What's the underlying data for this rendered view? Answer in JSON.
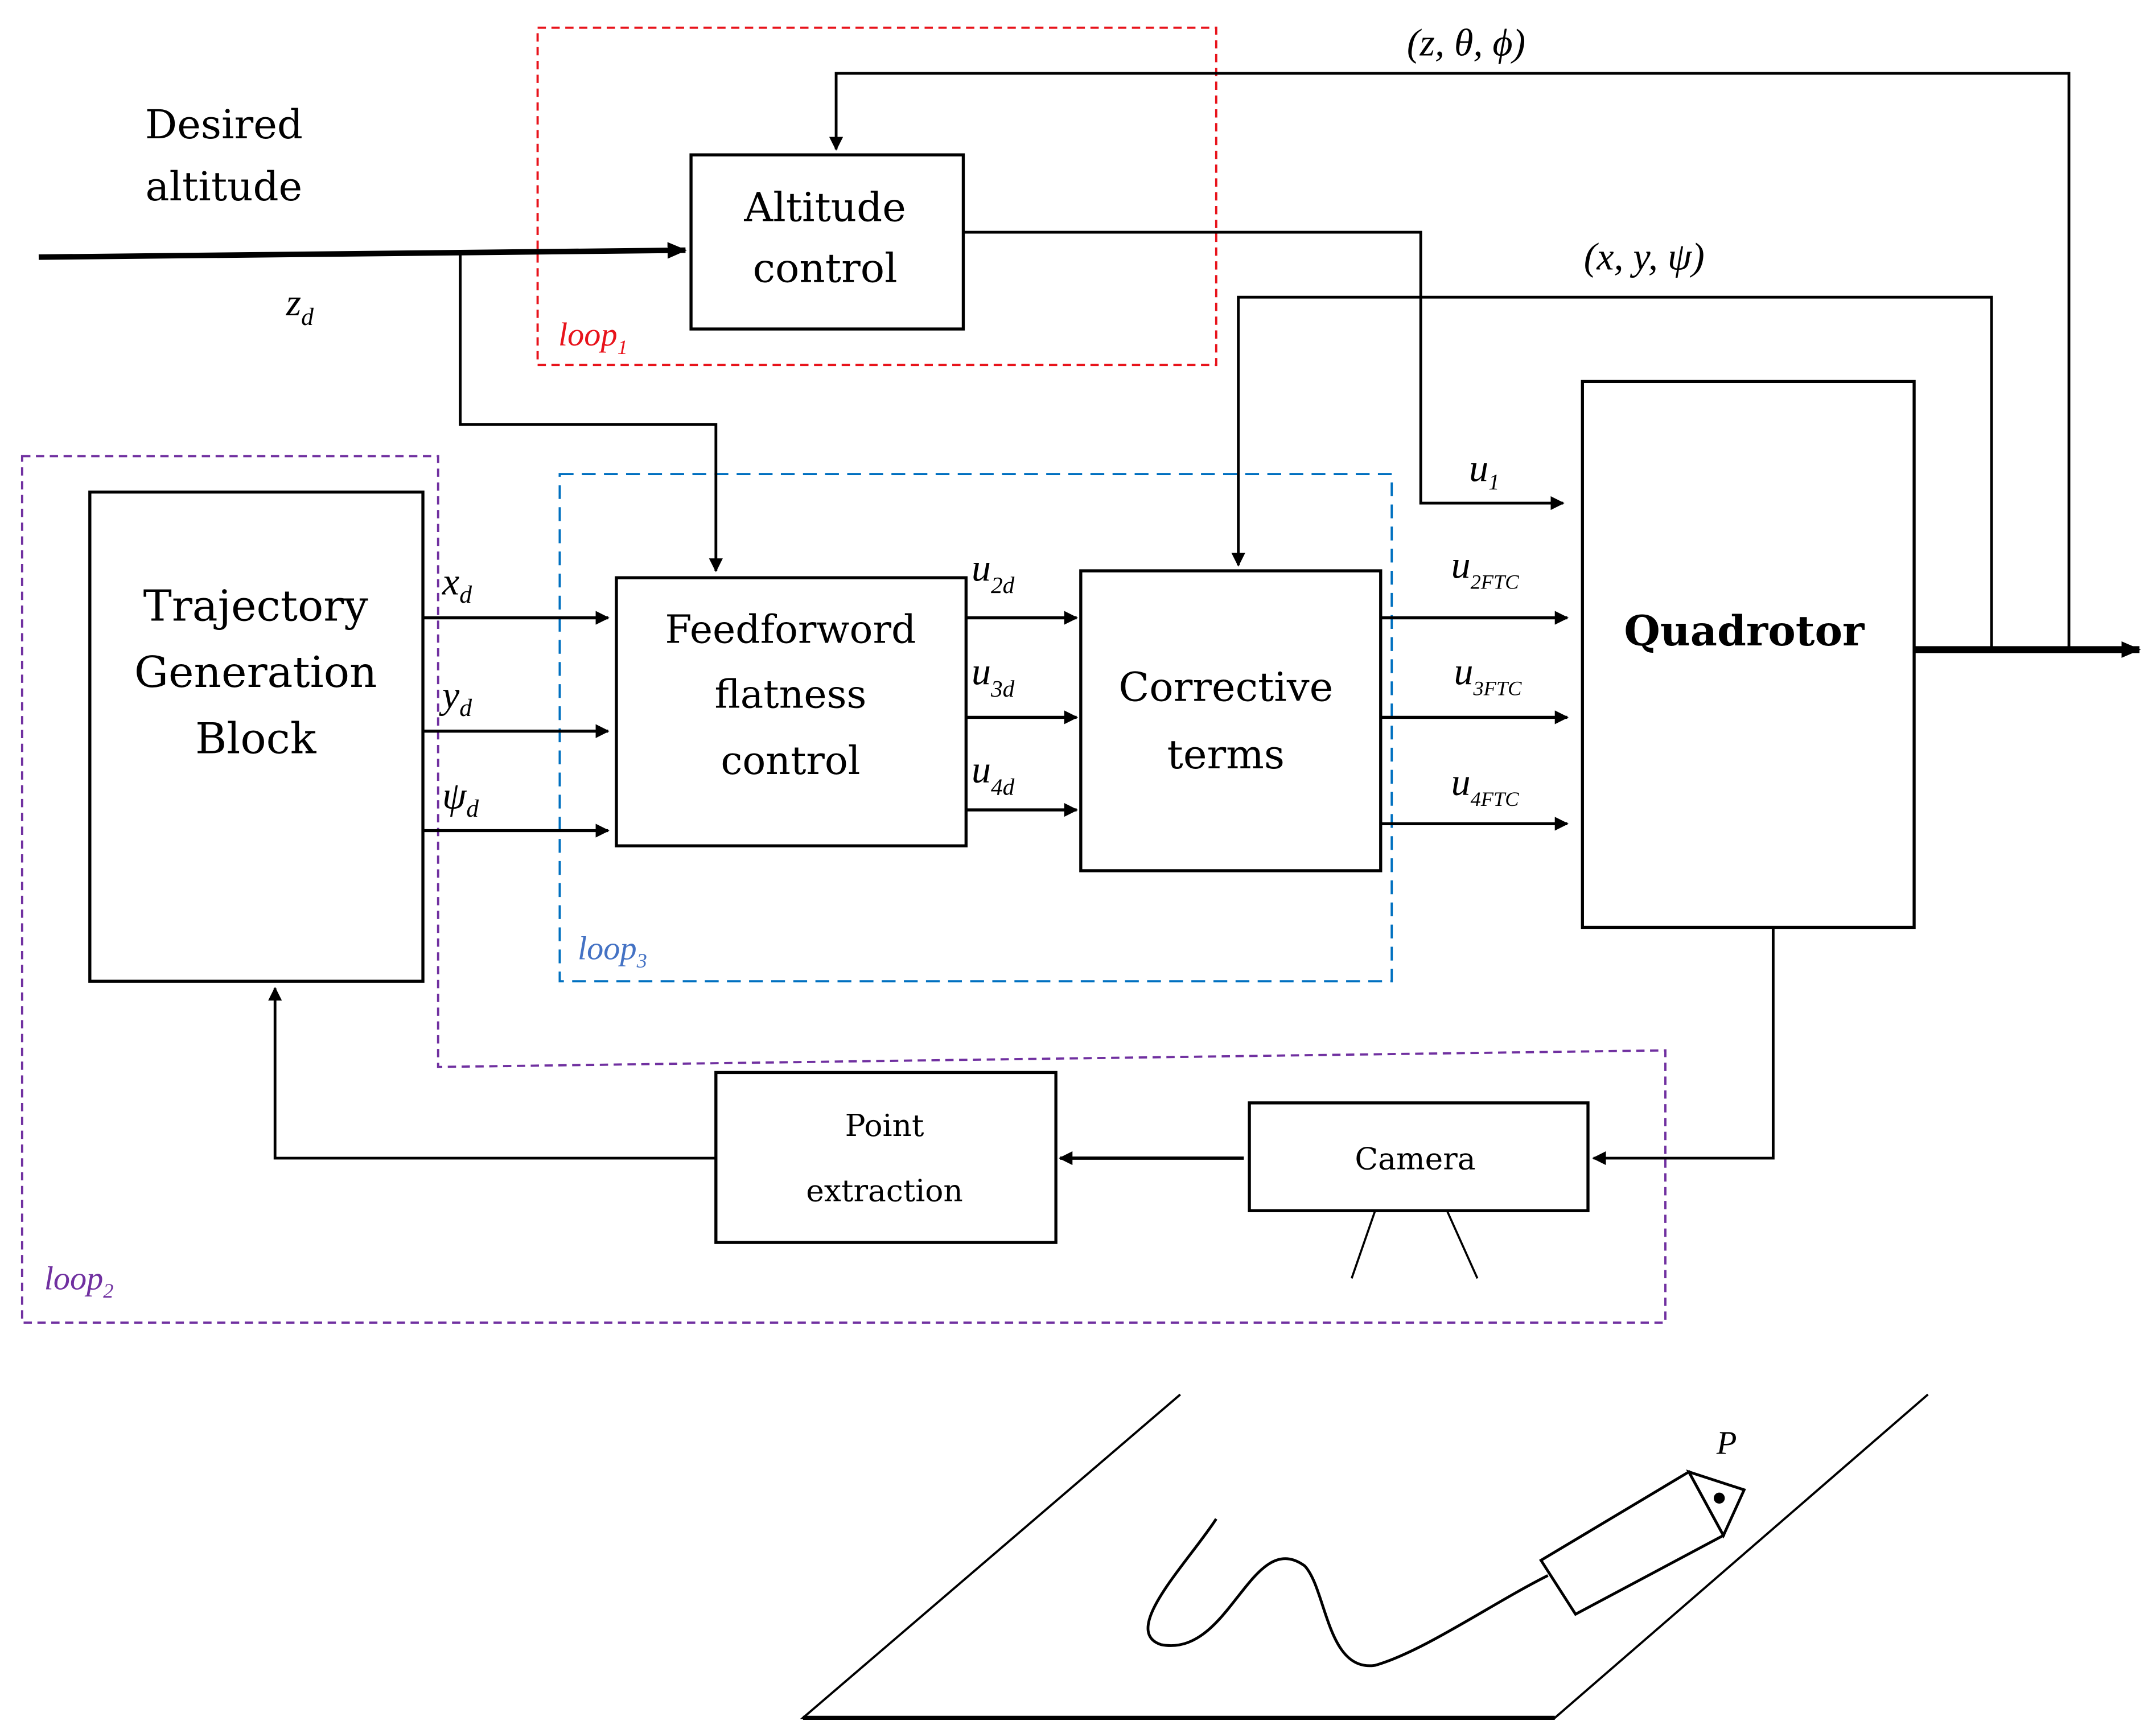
{
  "inputs": {
    "desired_altitude_line1": "Desired",
    "desired_altitude_line2": "altitude",
    "zd": {
      "main": "z",
      "sub": "d"
    }
  },
  "feedback_labels": {
    "z_theta_phi": "(z, θ, ϕ)",
    "x_y_psi": "(x, y, ψ)"
  },
  "blocks": {
    "altitude_control": [
      "Altitude",
      "control"
    ],
    "trajectory_generation": [
      "Trajectory",
      "Generation",
      "Block"
    ],
    "feedforward": [
      "Feedforword",
      "flatness",
      "control"
    ],
    "corrective": [
      "Corrective",
      "terms"
    ],
    "quadrotor": "Quadrotor",
    "point_extraction": [
      "Point",
      "extraction"
    ],
    "camera": "Camera"
  },
  "signals": {
    "xd": {
      "main": "x",
      "sub": "d"
    },
    "yd": {
      "main": "y",
      "sub": "d"
    },
    "psid": {
      "main": "ψ",
      "sub": "d"
    },
    "u2d": {
      "main": "u",
      "sub": "2d"
    },
    "u3d": {
      "main": "u",
      "sub": "3d"
    },
    "u4d": {
      "main": "u",
      "sub": "4d"
    },
    "u1": {
      "main": "u",
      "sub": "1"
    },
    "u2ftc": {
      "main": "u",
      "sub": "2FTC"
    },
    "u3ftc": {
      "main": "u",
      "sub": "3FTC"
    },
    "u4ftc": {
      "main": "u",
      "sub": "4FTC"
    }
  },
  "loops": {
    "loop1": {
      "main": "loop",
      "sub": "1",
      "color": "#e8131b"
    },
    "loop2": {
      "main": "loop",
      "sub": "2",
      "color": "#7030a0"
    },
    "loop3": {
      "main": "loop",
      "sub": "3",
      "color": "#0070c0"
    }
  },
  "scene": {
    "point_label": "P"
  }
}
